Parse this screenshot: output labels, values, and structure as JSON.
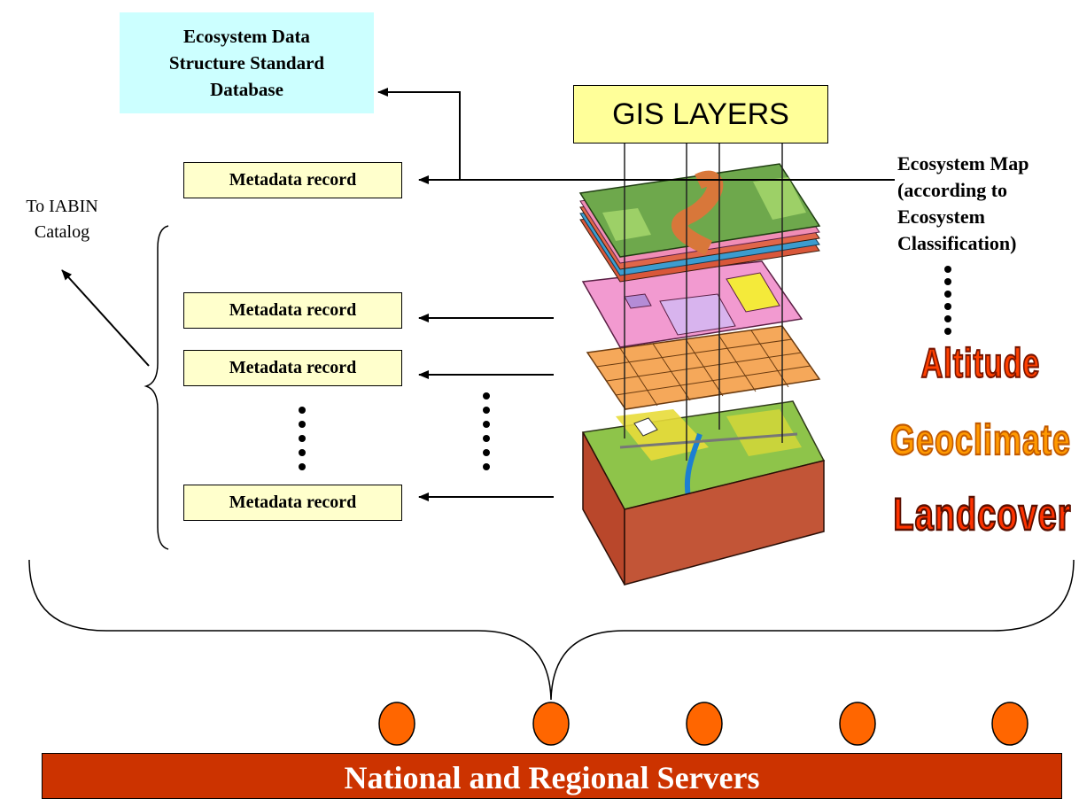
{
  "diagram": {
    "standard_db": {
      "lines": [
        "Ecosystem Data",
        "Structure Standard",
        "Database"
      ]
    },
    "metadata_record_label": "Metadata record",
    "gis_layers_label": "GIS LAYERS",
    "ecosystem_map": {
      "lines": [
        "Ecosystem Map",
        "(according to",
        "Ecosystem",
        "Classification)"
      ]
    },
    "to_iabin": {
      "lines": [
        "To IABIN",
        "Catalog"
      ]
    },
    "layers": {
      "altitude": "Altitude",
      "geoclimate": "Geoclimate",
      "landcover": "Landcover"
    },
    "servers_label": "National and Regional Servers",
    "colors": {
      "db_fill": "#ccffff",
      "metadata_fill": "#ffffcc",
      "gis_fill": "#ffff99",
      "server_bar": "#cc3300",
      "server_node": "#ff6600"
    }
  }
}
